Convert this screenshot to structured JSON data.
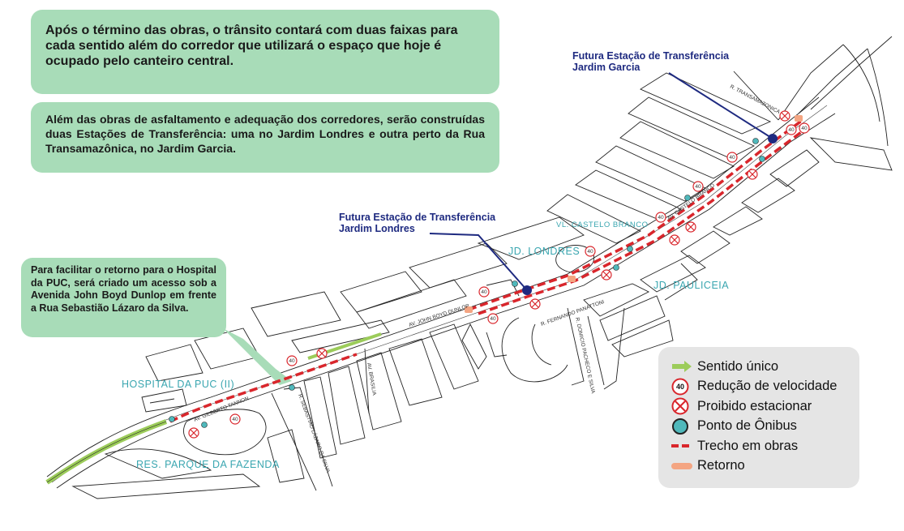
{
  "callouts": {
    "top": "Após o término das obras,  o trânsito contará com duas faixas para cada sentido além do corredor que utilizará o espaço que hoje é ocupado pelo canteiro central.",
    "middle": "Além das obras de asfaltamento e adequação dos corredores, serão construídas duas Estações de Transferência: uma no Jardim Londres e outra perto da Rua Transamazônica, no Jardim Garcia.",
    "left": "Para facilitar o retorno para o Hospital da PUC, será criado um acesso sob a Avenida John Boyd Dunlop em frente a Rua Sebastião Lázaro da Silva."
  },
  "stations": {
    "garcia": {
      "line1": "Futura Estação de Transferência",
      "line2": "Jardim Garcia"
    },
    "londres": {
      "line1": "Futura Estação de Transferência",
      "line2": "Jardim Londres"
    }
  },
  "places": {
    "hospital": "HOSPITAL DA PUC (II)",
    "parque": "RES. PARQUE DA FAZENDA",
    "londres": "JD. LONDRES",
    "castelo": "VL. CASTELO BRANCO",
    "pauliceia": "JD. PAULICEIA"
  },
  "streets": {
    "transamazonica": "R. TRANSAMAZONICA",
    "john_boyd": "AV. JOHN BOYD DUNLOP",
    "gilberto": "AV. GILBERTO TANNON",
    "sebastiao": "R. SEBASTIÃO LÁZARO DA SILVA",
    "brasilia": "AV. BRASILIA",
    "fernando": "R. FERNANDO PANATTONI",
    "domicio": "R. DOMICIO PACHECO E SILVA",
    "castelo_av": "AV. CASTELO BRANCO"
  },
  "speed_sign_value": "40",
  "legend": {
    "items": [
      {
        "label": "Sentido único",
        "icon": "arrow-icon"
      },
      {
        "label": "Redução de velocidade",
        "icon": "speed-limit-icon"
      },
      {
        "label": "Proibido estacionar",
        "icon": "no-parking-icon"
      },
      {
        "label": "Ponto de Ônibus",
        "icon": "bus-stop-icon"
      },
      {
        "label": "Trecho em obras",
        "icon": "dashed-line-icon"
      },
      {
        "label": "Retorno",
        "icon": "return-icon"
      }
    ]
  },
  "colors": {
    "callout_bg": "#a8dcb8",
    "construction": "#d9262c",
    "station": "#1e2a80",
    "bus_stop": "#4fb8bb",
    "one_way": "#9ccc5a",
    "return": "#f4a582",
    "legend_bg": "#e5e5e5"
  }
}
